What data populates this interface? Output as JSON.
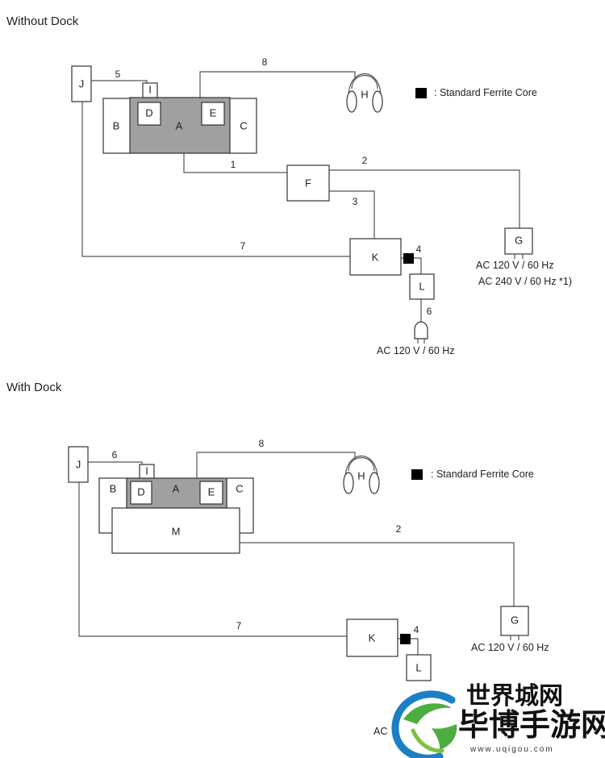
{
  "sections": {
    "without_dock": {
      "title": "Without Dock",
      "legend_text": ": Standard Ferrite Core",
      "components": {
        "J": "J",
        "I": "I",
        "D": "D",
        "A": "A",
        "E": "E",
        "B": "B",
        "C": "C",
        "H": "H",
        "F": "F",
        "G": "G",
        "K": "K",
        "L": "L"
      },
      "cables": [
        "1",
        "2",
        "3",
        "4",
        "5",
        "6",
        "7",
        "8"
      ],
      "power": {
        "g_line1": "AC 120 V / 60 Hz",
        "g_line2": "AC 240 V / 60 Hz *1)",
        "outlet": "AC 120 V / 60 Hz"
      }
    },
    "with_dock": {
      "title": "With Dock",
      "legend_text": ": Standard Ferrite Core",
      "components": {
        "J": "J",
        "I": "I",
        "D": "D",
        "A": "A",
        "E": "E",
        "B": "B",
        "C": "C",
        "M": "M",
        "H": "H",
        "G": "G",
        "K": "K",
        "L": "L"
      },
      "cables": [
        "2",
        "4",
        "6",
        "7",
        "8"
      ],
      "power": {
        "g_line1": "AC 120 V / 60 Hz",
        "outlet_partial": "AC"
      }
    }
  },
  "watermark": {
    "logo_text": "毕博手游网",
    "logo_text_top": "世界城网",
    "url": "www.uqigou.com",
    "colors": {
      "green": "#4cae3f",
      "blue": "#1c7fc4",
      "text": "#111111"
    }
  }
}
